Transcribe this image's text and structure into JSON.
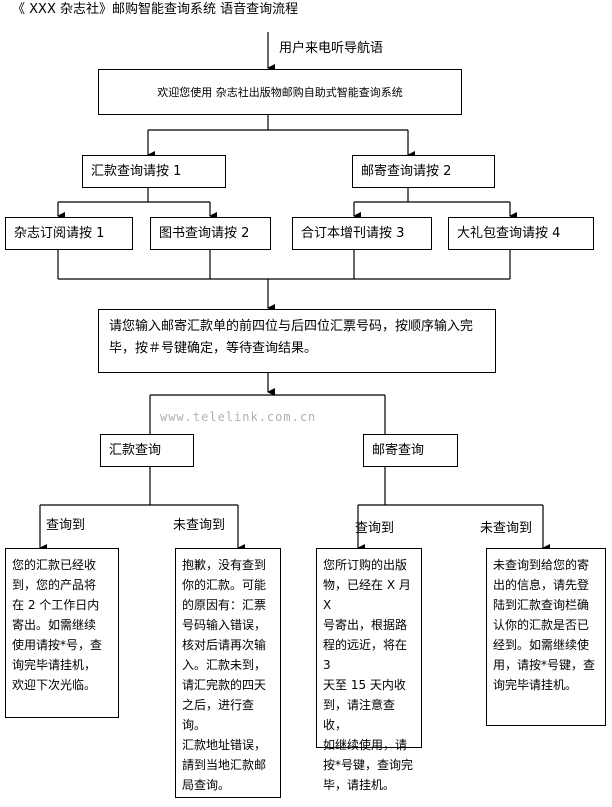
{
  "title": "《  XXX  杂志社》邮购智能查询系统 语音查询流程",
  "entry_label": "用户来电听导航语",
  "welcome": "欢迎您使用 杂志社出版物邮购自助式智能查询系统",
  "level1": {
    "remit": "汇款查询请按 1",
    "mail": "邮寄查询请按 2"
  },
  "level2": {
    "magazine": "杂志订阅请按 1",
    "book": "图书查询请按 2",
    "bundle": "合订本增刊请按 3",
    "gift": "大礼包查询请按 4"
  },
  "input_prompt": "请您输入邮寄汇款单的前四位与后四位汇票号码，按顺序输入完毕，按＃号键确定，等待查询结果。",
  "watermark": "www.telelink.com.cn",
  "level3": {
    "remit_query": "汇款查询",
    "mail_query": "邮寄查询"
  },
  "outcomes": {
    "found": "查询到",
    "not_found": "未查询到"
  },
  "results": {
    "remit_found": "您的汇款已经收\n到，您的产品将\n在 2 个工作日内\n寄出。如需继续\n使用请按*号，查\n询完毕请挂机，\n欢迎下次光临。",
    "remit_not_found": "抱歉，没有查到\n你的汇款。可能\n的原因有：汇票\n号码输入错误，\n核对后请再次输\n入。汇款未到，\n请汇完款的四天\n之后，进行查询。\n汇款地址错误，\n請到当地汇款邮\n局查询。",
    "mail_found": "您所订购的出版\n物，已经在 X 月 X\n号寄出，根据路\n程的远近，将在 3\n天至  15 天内收\n到，请注意查收，\n如继续使用，请\n按*号键，查询完\n毕，请挂机。",
    "mail_not_found": "未查询到给您的寄\n出的信息，请先登\n陆到汇款查询栏确\n认你的汇款是否已\n经到。如需继续使\n用，请按*号键，查\n询完毕请挂机。"
  }
}
